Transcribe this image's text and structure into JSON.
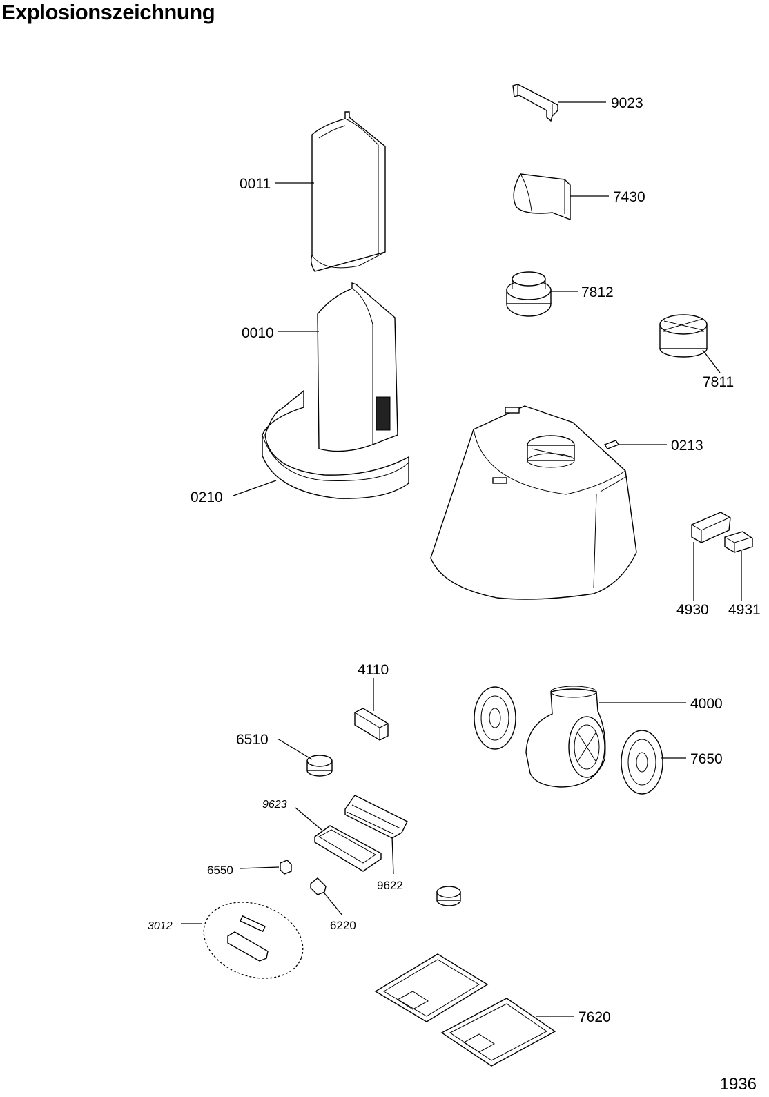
{
  "title": "Explosionszeichnung",
  "page_number": "1936",
  "parts": {
    "p9023": "9023",
    "p0011": "0011",
    "p7430": "7430",
    "p7812": "7812",
    "p0010": "0010",
    "p7811": "7811",
    "p0213": "0213",
    "p0210": "0210",
    "p4930": "4930",
    "p4931": "4931",
    "p4110": "4110",
    "p4000": "4000",
    "p6510": "6510",
    "p7650": "7650",
    "p9623": "9623",
    "p9622": "9622",
    "p6550": "6550",
    "p6220": "6220",
    "p3012": "3012",
    "p7620": "7620"
  }
}
